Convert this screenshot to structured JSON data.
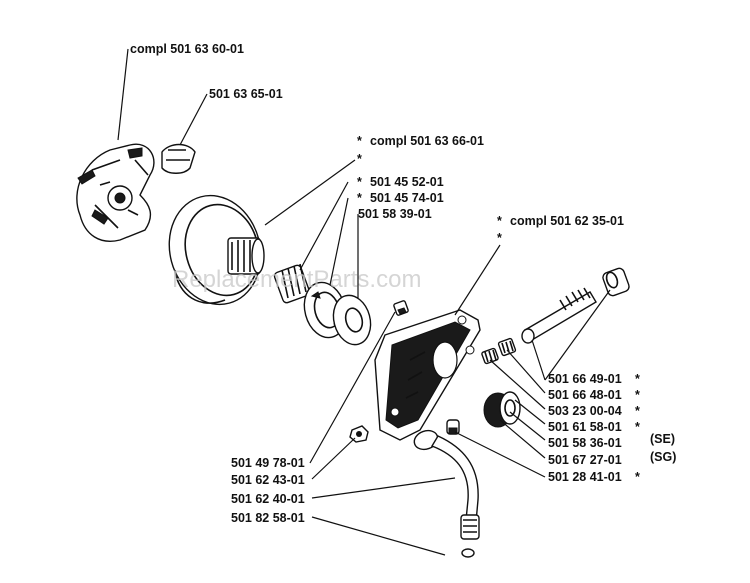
{
  "watermark": "ReplacementParts.com",
  "labels": {
    "clutch_compl": "compl 501 63 60-01",
    "spring": "501 63 65-01",
    "drum_compl_star": "*",
    "drum_compl": "compl 501 63 66-01",
    "drum_star2": "*",
    "bearing_star": "*",
    "bearing": "501 45 52-01",
    "sprocket_star": "*",
    "sprocket": "501 45 74-01",
    "washer": "501 58 39-01",
    "pump_compl_star": "*",
    "pump_compl": "compl 501 62 35-01",
    "pump_star2": "*",
    "r1": "501 66 49-01",
    "r1_star": "*",
    "r2": "501 66 48-01",
    "r2_star": "*",
    "r3": "503 23 00-04",
    "r3_star": "*",
    "r4": "501 61 58-01",
    "r4_star": "*",
    "r5": "501 58 36-01",
    "r5_note": "(SE)",
    "r6": "501 67 27-01",
    "r6_note": "(SG)",
    "r7": "501 28 41-01",
    "r7_star": "*",
    "l1": "501 49 78-01",
    "l2": "501 62 43-01",
    "l3": "501 62 40-01",
    "l4": "501 82 58-01"
  }
}
